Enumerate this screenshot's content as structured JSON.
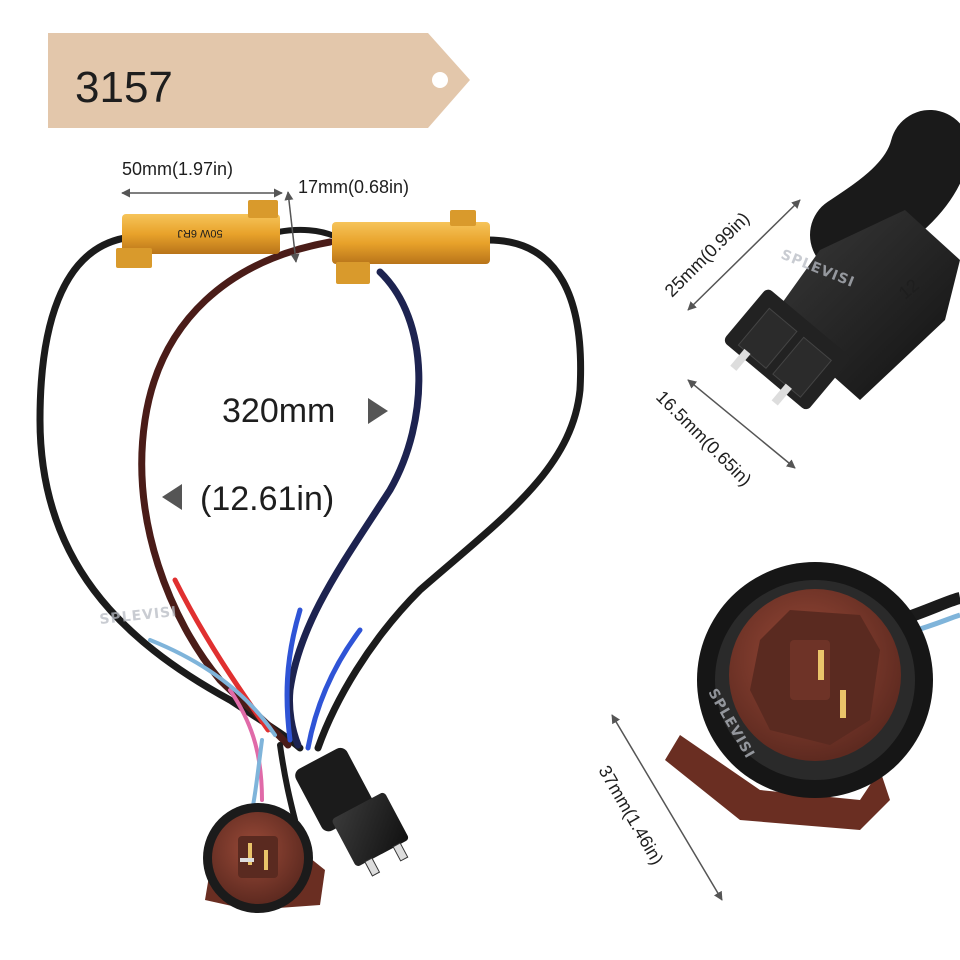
{
  "tag": {
    "label": "3157",
    "color": "#e3c7ab",
    "text_color": "#4a3b30"
  },
  "dimensions": {
    "resistor_length": "50mm(1.97in)",
    "resistor_width": "17mm(0.68in)",
    "cable_length_mm": "320mm",
    "cable_length_in": "(12.61in)",
    "plug_height": "25mm(0.99in)",
    "plug_width": "16.5mm(0.65in)",
    "socket_diameter": "37mm(1.46in)"
  },
  "watermark": "SPLEVISI",
  "resistor_marking": "50W 6RJ",
  "colors": {
    "resistor": "#e8a22a",
    "resistor_dark": "#b8741a",
    "wire_black": "#1b1b1b",
    "wire_brown": "#4a1c18",
    "wire_navy": "#1d2350",
    "wire_blue": "#2f54d6",
    "wire_red": "#e03030",
    "wire_pink": "#e06aa8",
    "wire_lightblue": "#7fb4da",
    "socket": "#7a3a2c",
    "plug": "#1f1f1f"
  }
}
